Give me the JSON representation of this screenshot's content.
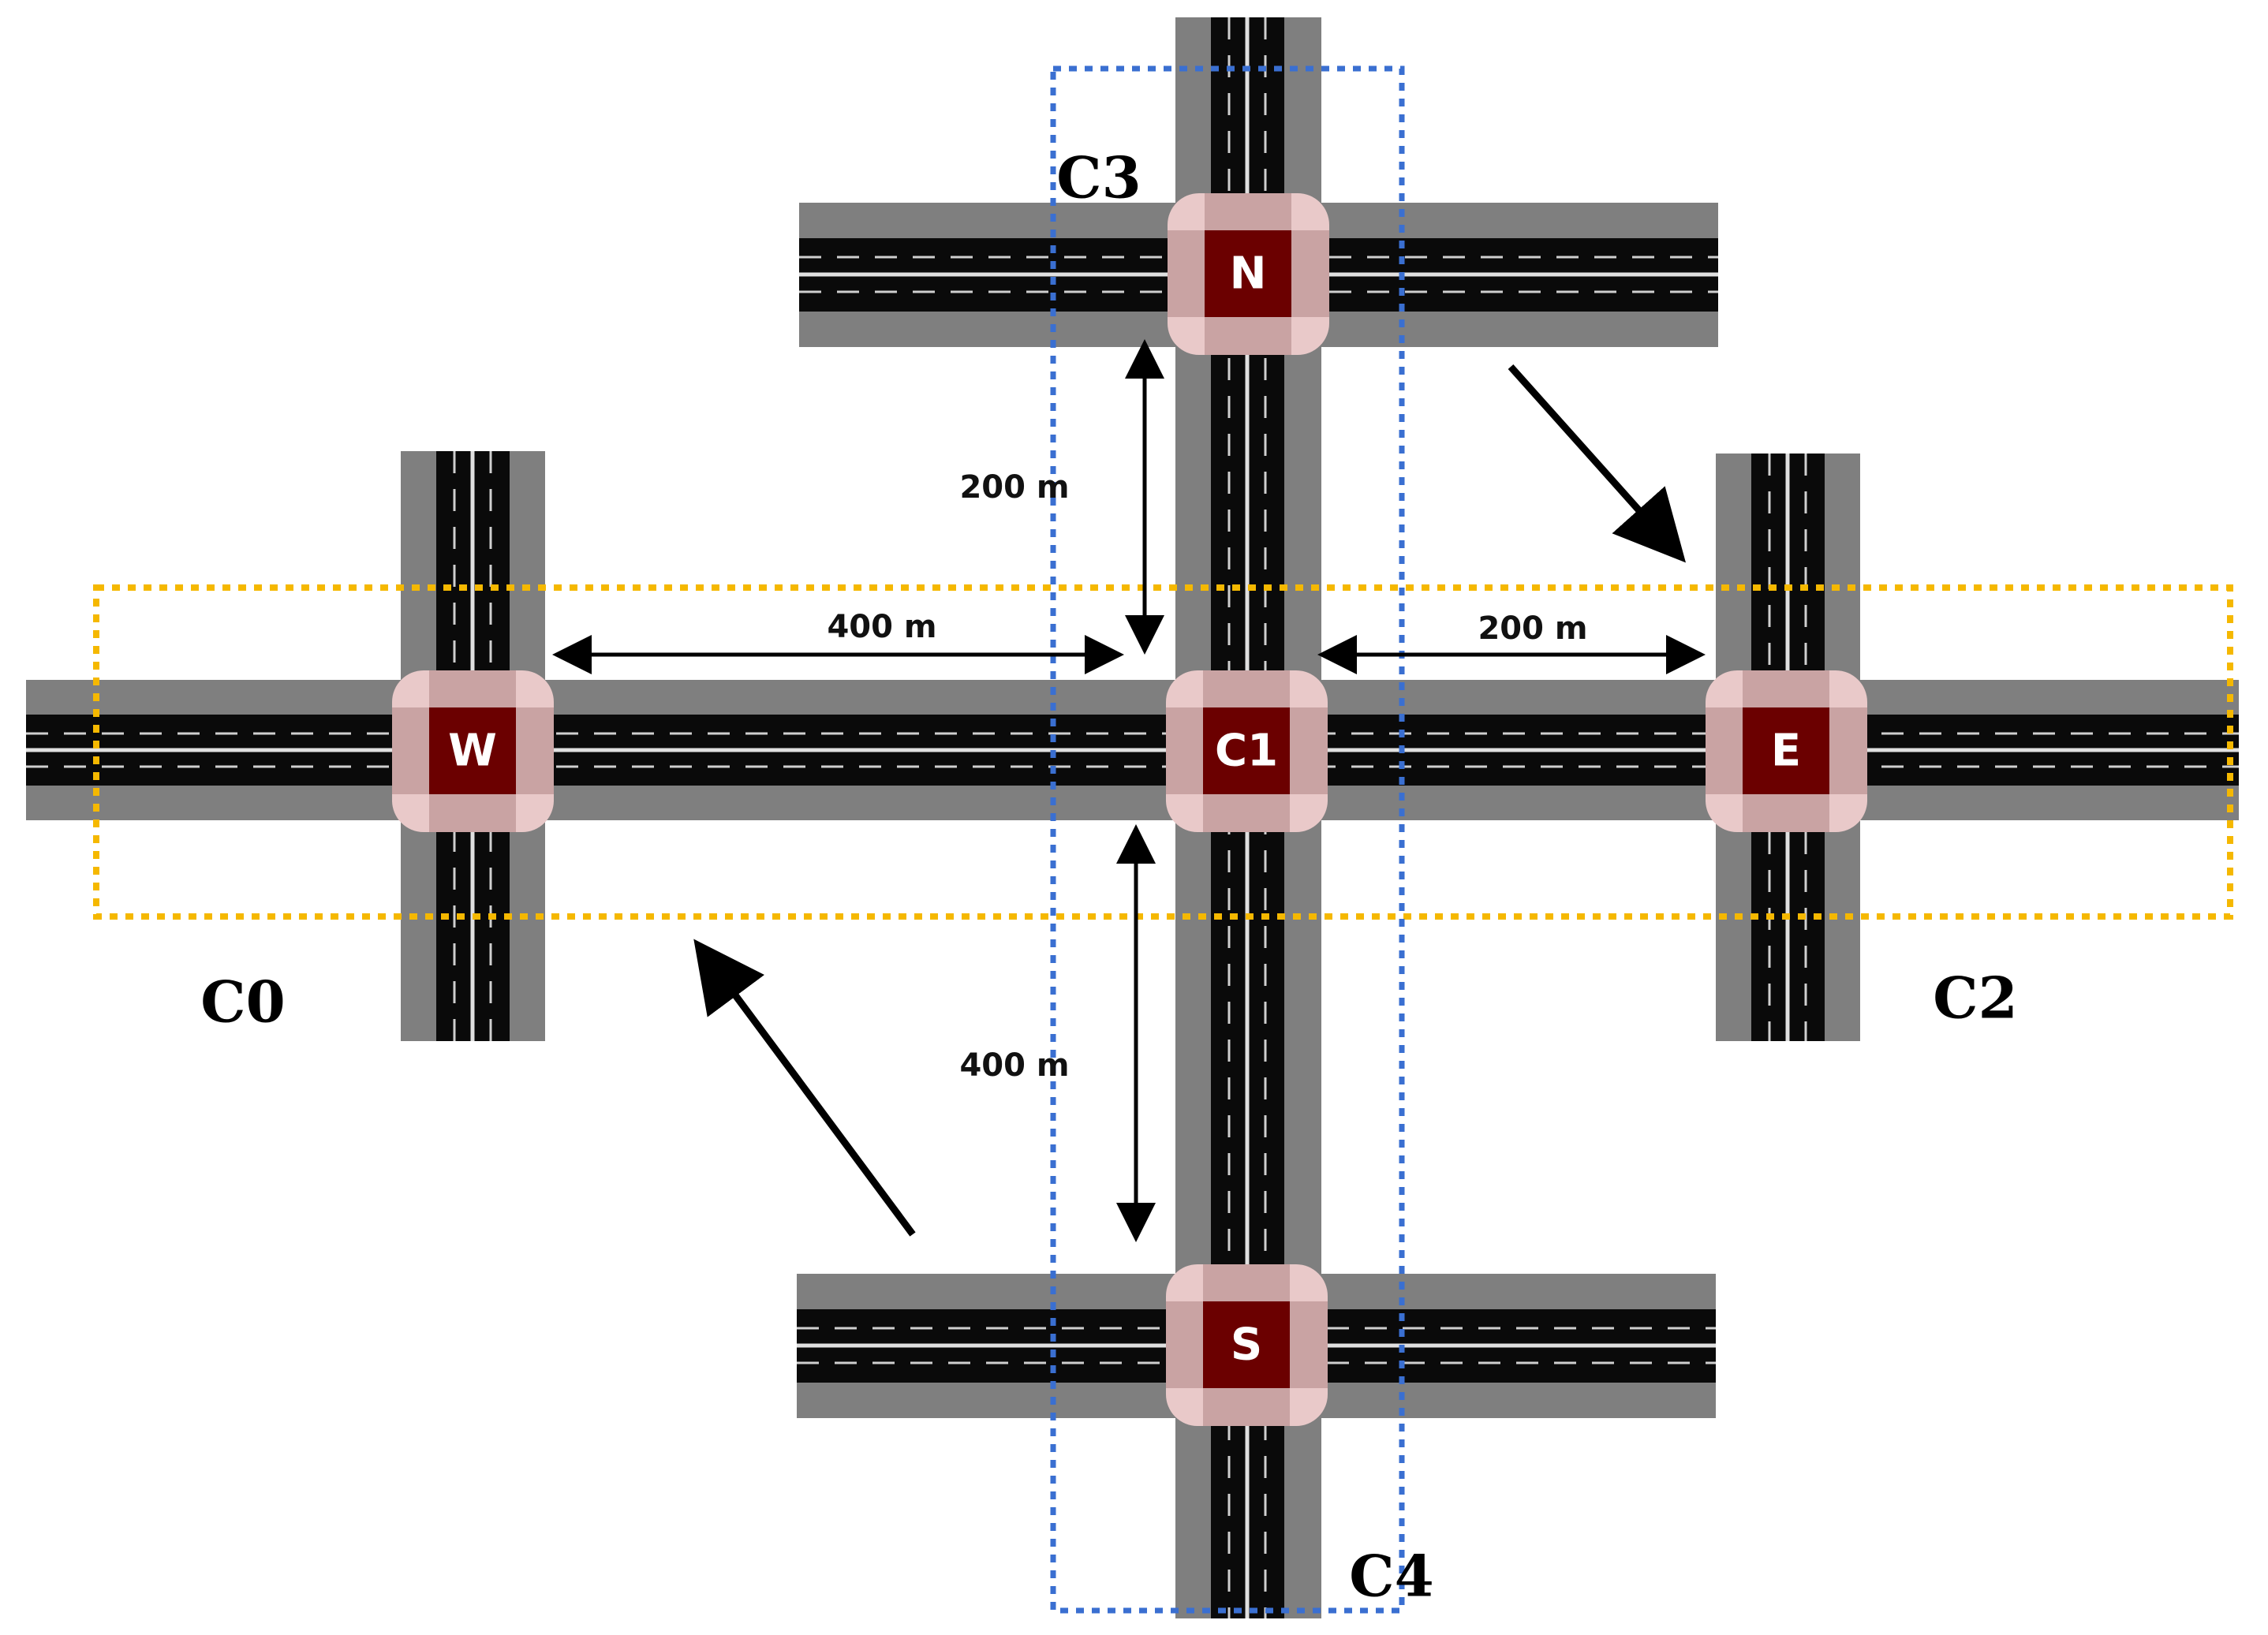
{
  "colors": {
    "road_shoulder": "#7f7f7f",
    "road_surface": "#0a0a0a",
    "lane_marking": "#cfcfcf",
    "intersection_core": "#6b0000",
    "intersection_pad": "#e9c9c9",
    "crosswalk": "#c9a3a3",
    "orange_box": "#f5b800",
    "blue_box": "#3a6fd1",
    "arrow": "#000000"
  },
  "intersections": {
    "north": "N",
    "west": "W",
    "center": "C1",
    "east": "E",
    "south": "S"
  },
  "distances": {
    "north_center": "200 m",
    "west_center": "400 m",
    "center_east": "200 m",
    "center_south": "400 m"
  },
  "clusters": {
    "c0": "C0",
    "c2": "C2",
    "c3": "C3",
    "c4": "C4"
  }
}
